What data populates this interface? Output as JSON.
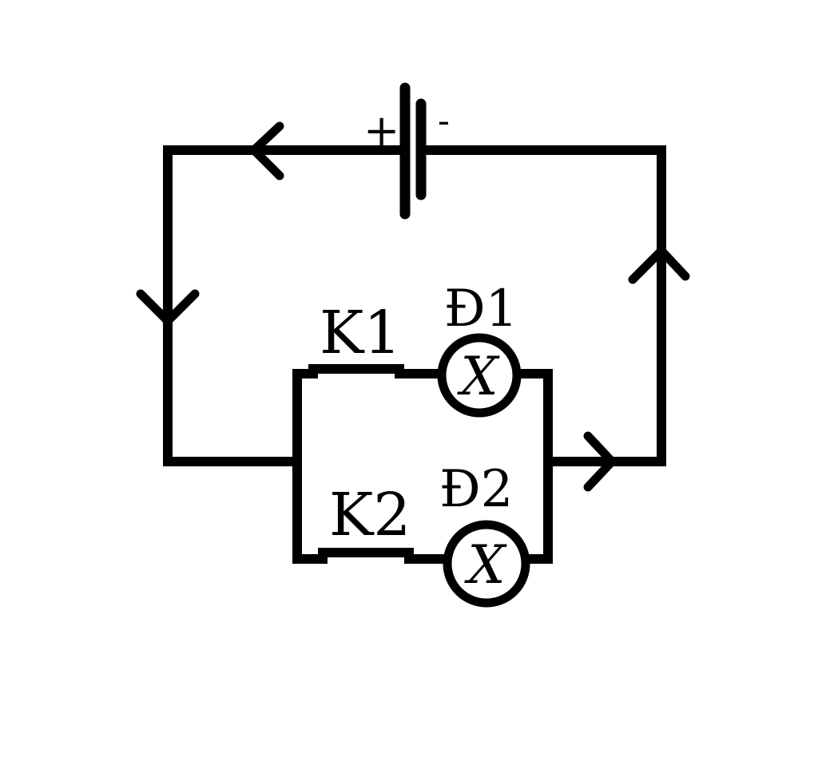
{
  "circuit": {
    "battery": {
      "plus_label": "+",
      "minus_label": "-"
    },
    "switches": [
      {
        "label": "K1"
      },
      {
        "label": "K2"
      }
    ],
    "lamps": [
      {
        "label": "Đ1",
        "symbol": "X"
      },
      {
        "label": "Đ2",
        "symbol": "X"
      }
    ],
    "colors": {
      "wire": "#000000",
      "background": "#ffffff"
    }
  }
}
